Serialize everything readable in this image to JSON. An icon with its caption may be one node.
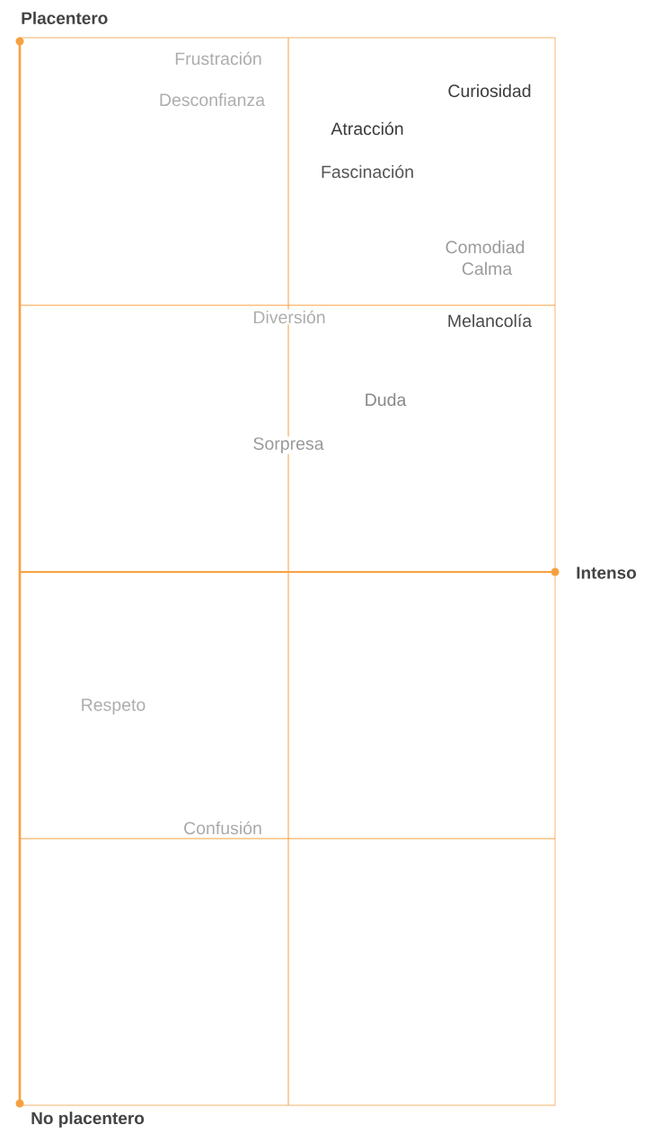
{
  "diagram": {
    "labels": [
      "Placentero",
      "Frustración",
      "Curiosidad",
      "Desconfianza",
      "Atracción",
      "Fascinación",
      "Comodiad",
      "Calma",
      "Diversión",
      "Melancolía",
      "Duda",
      "Sorpresa",
      "Intenso",
      "Respeto",
      "Confusión",
      "No placentero"
    ]
  }
}
